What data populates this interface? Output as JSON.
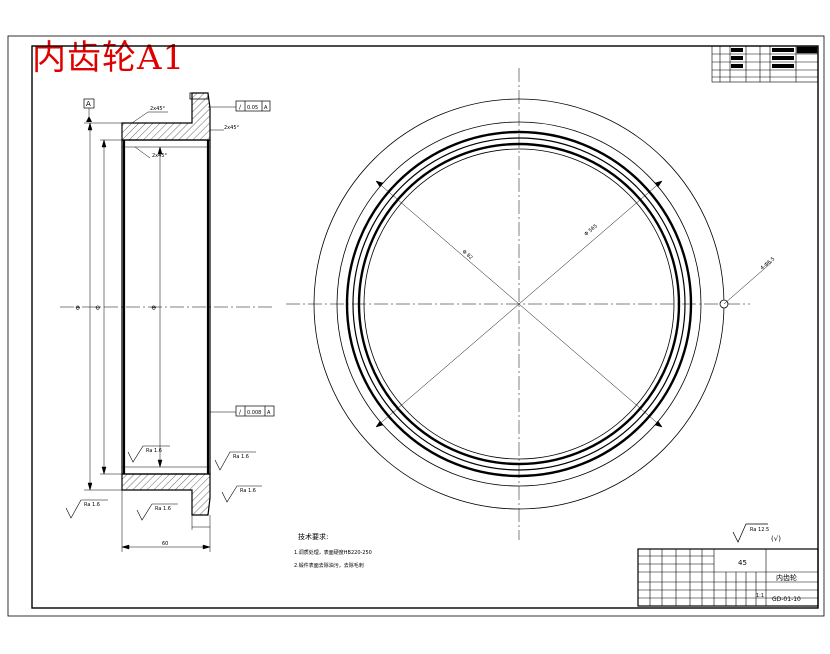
{
  "drawing_title": "内齿轮A1",
  "datum_label": "A",
  "notes": {
    "heading": "技术要求:",
    "items": [
      "1.调质处理，表面硬度HB220-250",
      "2.锻件表面去除油污，去除毛刺"
    ]
  },
  "geo_tolerances": [
    {
      "symbol": "∕",
      "value": "0.05",
      "datum": "A"
    },
    {
      "symbol": "∕",
      "value": "0.008",
      "datum": "A"
    }
  ],
  "surface_finish": {
    "main": "Ra 12.5",
    "rest": "(√)",
    "marks": [
      "Ra 1.6",
      "Ra 1.6",
      "Ra 1.6",
      "Ra 1.6",
      "Ra 1.6"
    ]
  },
  "section_dims": {
    "height": "Φ",
    "inner": "Φ",
    "root": "Φ",
    "width": "60",
    "chamfer_top": "2x45°",
    "chamfer_side": "2x45°",
    "chamfer_inner": "2x45°"
  },
  "front_view_dims": {
    "d1": "Φ 82",
    "d2": "Φ 565",
    "hole": "4-Φ6.5"
  },
  "title_block": {
    "part_name": "内齿轮",
    "material": "45",
    "drawing_no": "GD-01-10",
    "scale": "1:1"
  }
}
